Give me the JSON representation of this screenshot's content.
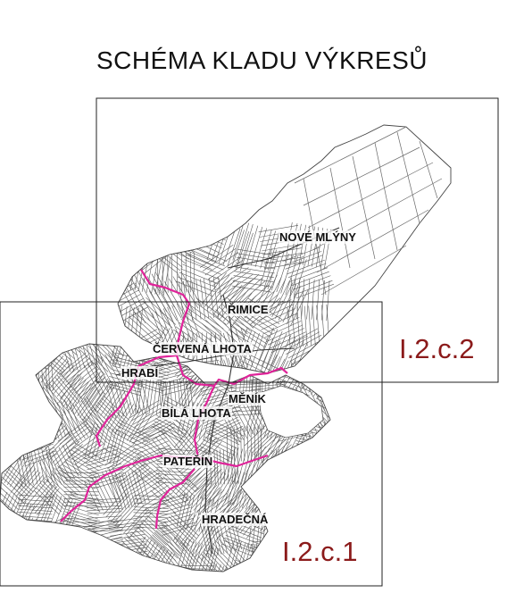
{
  "title": "SCHÉMA KLADU VÝKRESŮ",
  "sheets": [
    {
      "label": "I.2.c.2"
    },
    {
      "label": "I.2.c.1"
    }
  ],
  "places": {
    "nove_mlyny": "NOVÉ MLÝNY",
    "rimice": "ŘIMICE",
    "cervena_lhota": "ČERVENÁ LHOTA",
    "hrabi": "HRABÍ",
    "menik": "MĚNÍK",
    "bila_lhota": "BÍLÁ LHOTA",
    "paterin": "PATEŘÍN",
    "hradecna": "HRADEČNÁ"
  },
  "colors": {
    "sheet_label": "#8b1a1a",
    "boundary": "#e0249a",
    "parcel_lines": "#5a5a5a",
    "frame": "#222222"
  }
}
